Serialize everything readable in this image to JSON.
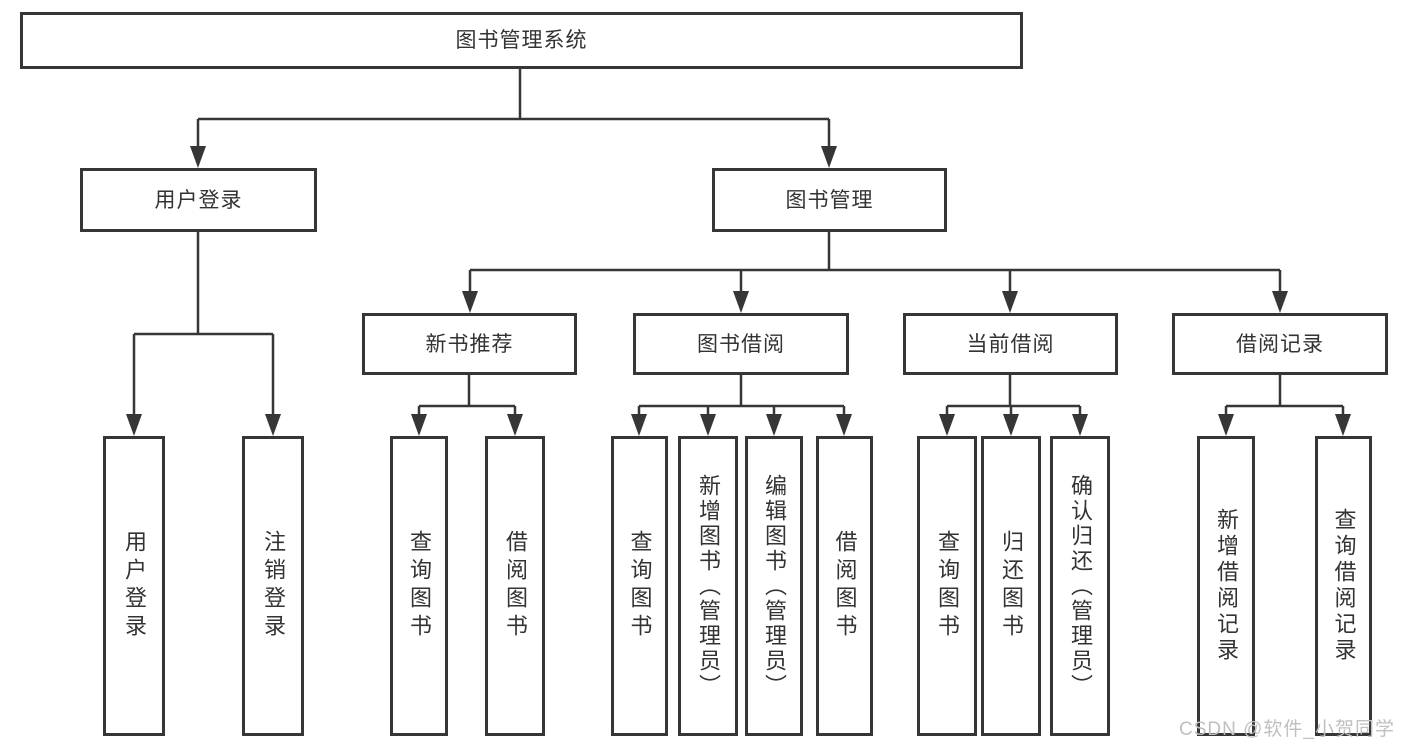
{
  "diagram": {
    "root": {
      "label": "图书管理系统"
    },
    "children": [
      {
        "label": "用户登录",
        "children": [
          {
            "label": "用户登录"
          },
          {
            "label": "注销登录"
          }
        ]
      },
      {
        "label": "图书管理",
        "children": [
          {
            "label": "新书推荐",
            "children": [
              {
                "label": "查询图书"
              },
              {
                "label": "借阅图书"
              }
            ]
          },
          {
            "label": "图书借阅",
            "children": [
              {
                "label": "查询图书"
              },
              {
                "label": "新增图书（管理员）"
              },
              {
                "label": "编辑图书（管理员）"
              },
              {
                "label": "借阅图书"
              }
            ]
          },
          {
            "label": "当前借阅",
            "children": [
              {
                "label": "查询图书"
              },
              {
                "label": "归还图书"
              },
              {
                "label": "确认归还（管理员）"
              }
            ]
          },
          {
            "label": "借阅记录",
            "children": [
              {
                "label": "新增借阅记录"
              },
              {
                "label": "查询借阅记录"
              }
            ]
          }
        ]
      }
    ]
  },
  "watermark": {
    "text": "CSDN @软件_小贺同学"
  },
  "colors": {
    "line": "#363636",
    "box_border": "#363636",
    "text": "#333333",
    "background": "#ffffff",
    "watermark": "#c0c0c0"
  }
}
